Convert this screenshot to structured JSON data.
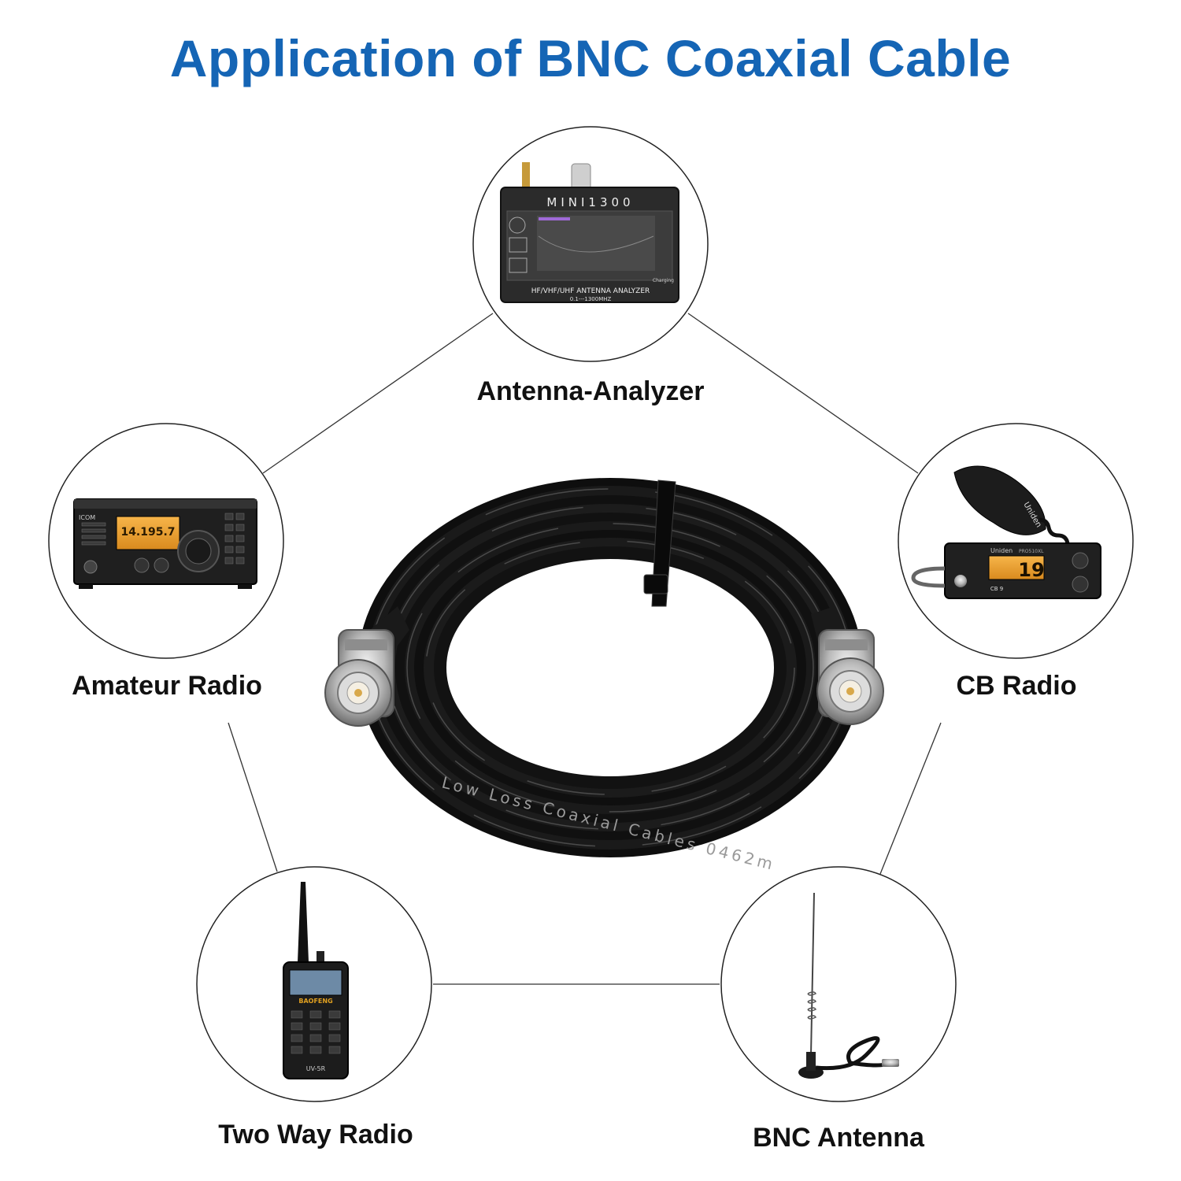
{
  "title": "Application of BNC Coaxial Cable",
  "applications": [
    {
      "id": "antenna-analyzer",
      "label": "Antenna-Analyzer"
    },
    {
      "id": "amateur-radio",
      "label": "Amateur Radio"
    },
    {
      "id": "cb-radio",
      "label": "CB Radio"
    },
    {
      "id": "two-way-radio",
      "label": "Two Way Radio"
    },
    {
      "id": "bnc-antenna",
      "label": "BNC Antenna"
    }
  ],
  "devices": {
    "analyzer_brand": "MINI1300",
    "analyzer_caption": "HF/VHF/UHF ANTENNA ANALYZER",
    "analyzer_range": "0.1---1300MHZ",
    "analyzer_status": "Charging",
    "amateur_display": "14.195.7",
    "amateur_brand": "ICOM",
    "cb_brand": "Uniden",
    "cb_model": "PRO510XL",
    "cb_channel": "19",
    "cb_label": "CB 9",
    "twoway_brand": "BAOFENG",
    "twoway_model": "UV-5R",
    "cable_print": "Low Loss Coaxial Cables 0462m"
  },
  "colors": {
    "title": "#1565b5",
    "line": "#333333",
    "circle": "#222222"
  }
}
